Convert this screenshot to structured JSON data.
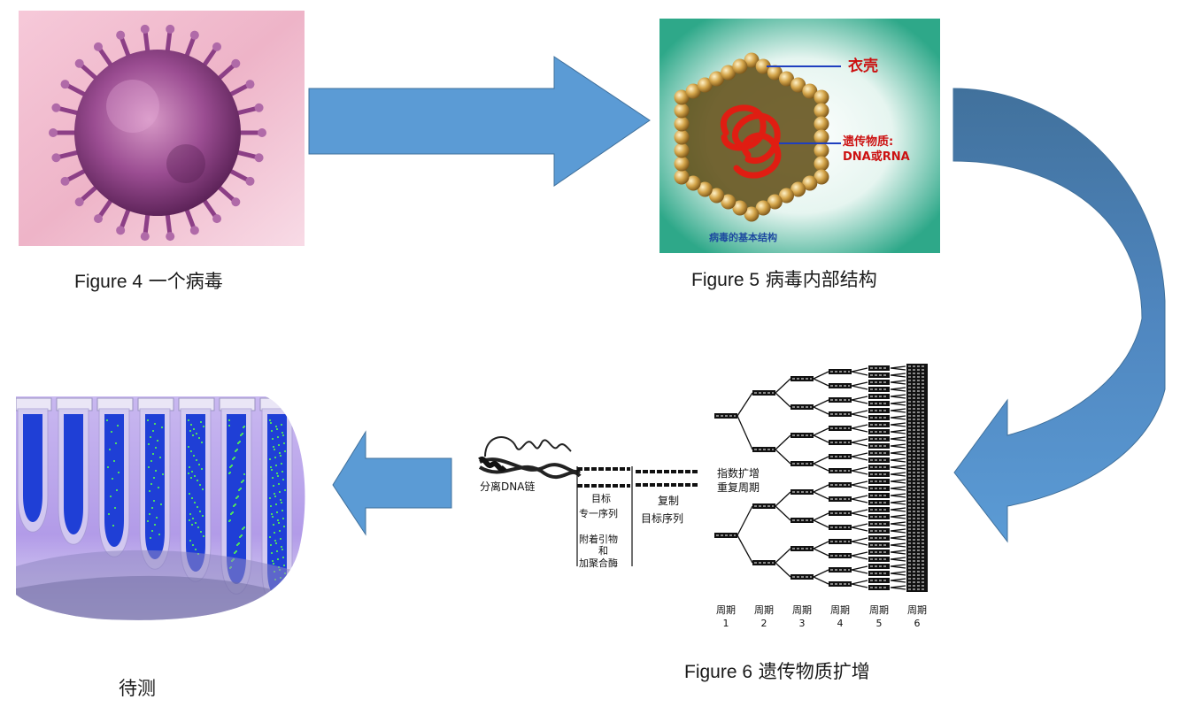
{
  "fig4": {
    "prefix": "Figure 4",
    "title": "一个病毒"
  },
  "fig5": {
    "prefix": "Figure 5",
    "title": "病毒内部结构",
    "label_coat": "衣壳",
    "label_genetic_1": "遗传物质:",
    "label_genetic_2": "DNA或RNA",
    "inner_caption": "病毒的基本结构"
  },
  "fig6": {
    "prefix": "Figure 6",
    "title": "遗传物质扩增",
    "label_separate": "分离DNA链",
    "label_target_1": "目标",
    "label_target_2": "专一序列",
    "label_primer_1": "附着引物",
    "label_primer_2": "和",
    "label_primer_3": "加聚合酶",
    "label_copy_1": "复制",
    "label_copy_2": "目标序列",
    "label_amp_1": "指数扩增",
    "label_amp_2": "重复周期",
    "cycle_word": "周期",
    "cycles": [
      "1",
      "2",
      "3",
      "4",
      "5",
      "6"
    ]
  },
  "test": {
    "caption": "待测"
  },
  "colors": {
    "arrow_blue": "#5b9bd5",
    "arrow_blue_dark": "#41719c",
    "coat_line": "#1f3fbf",
    "label_red": "#cc1111",
    "virus_purple": "#9b4d92",
    "tube_blue": "#1f3fd6",
    "fluor_green": "#4cd964"
  }
}
